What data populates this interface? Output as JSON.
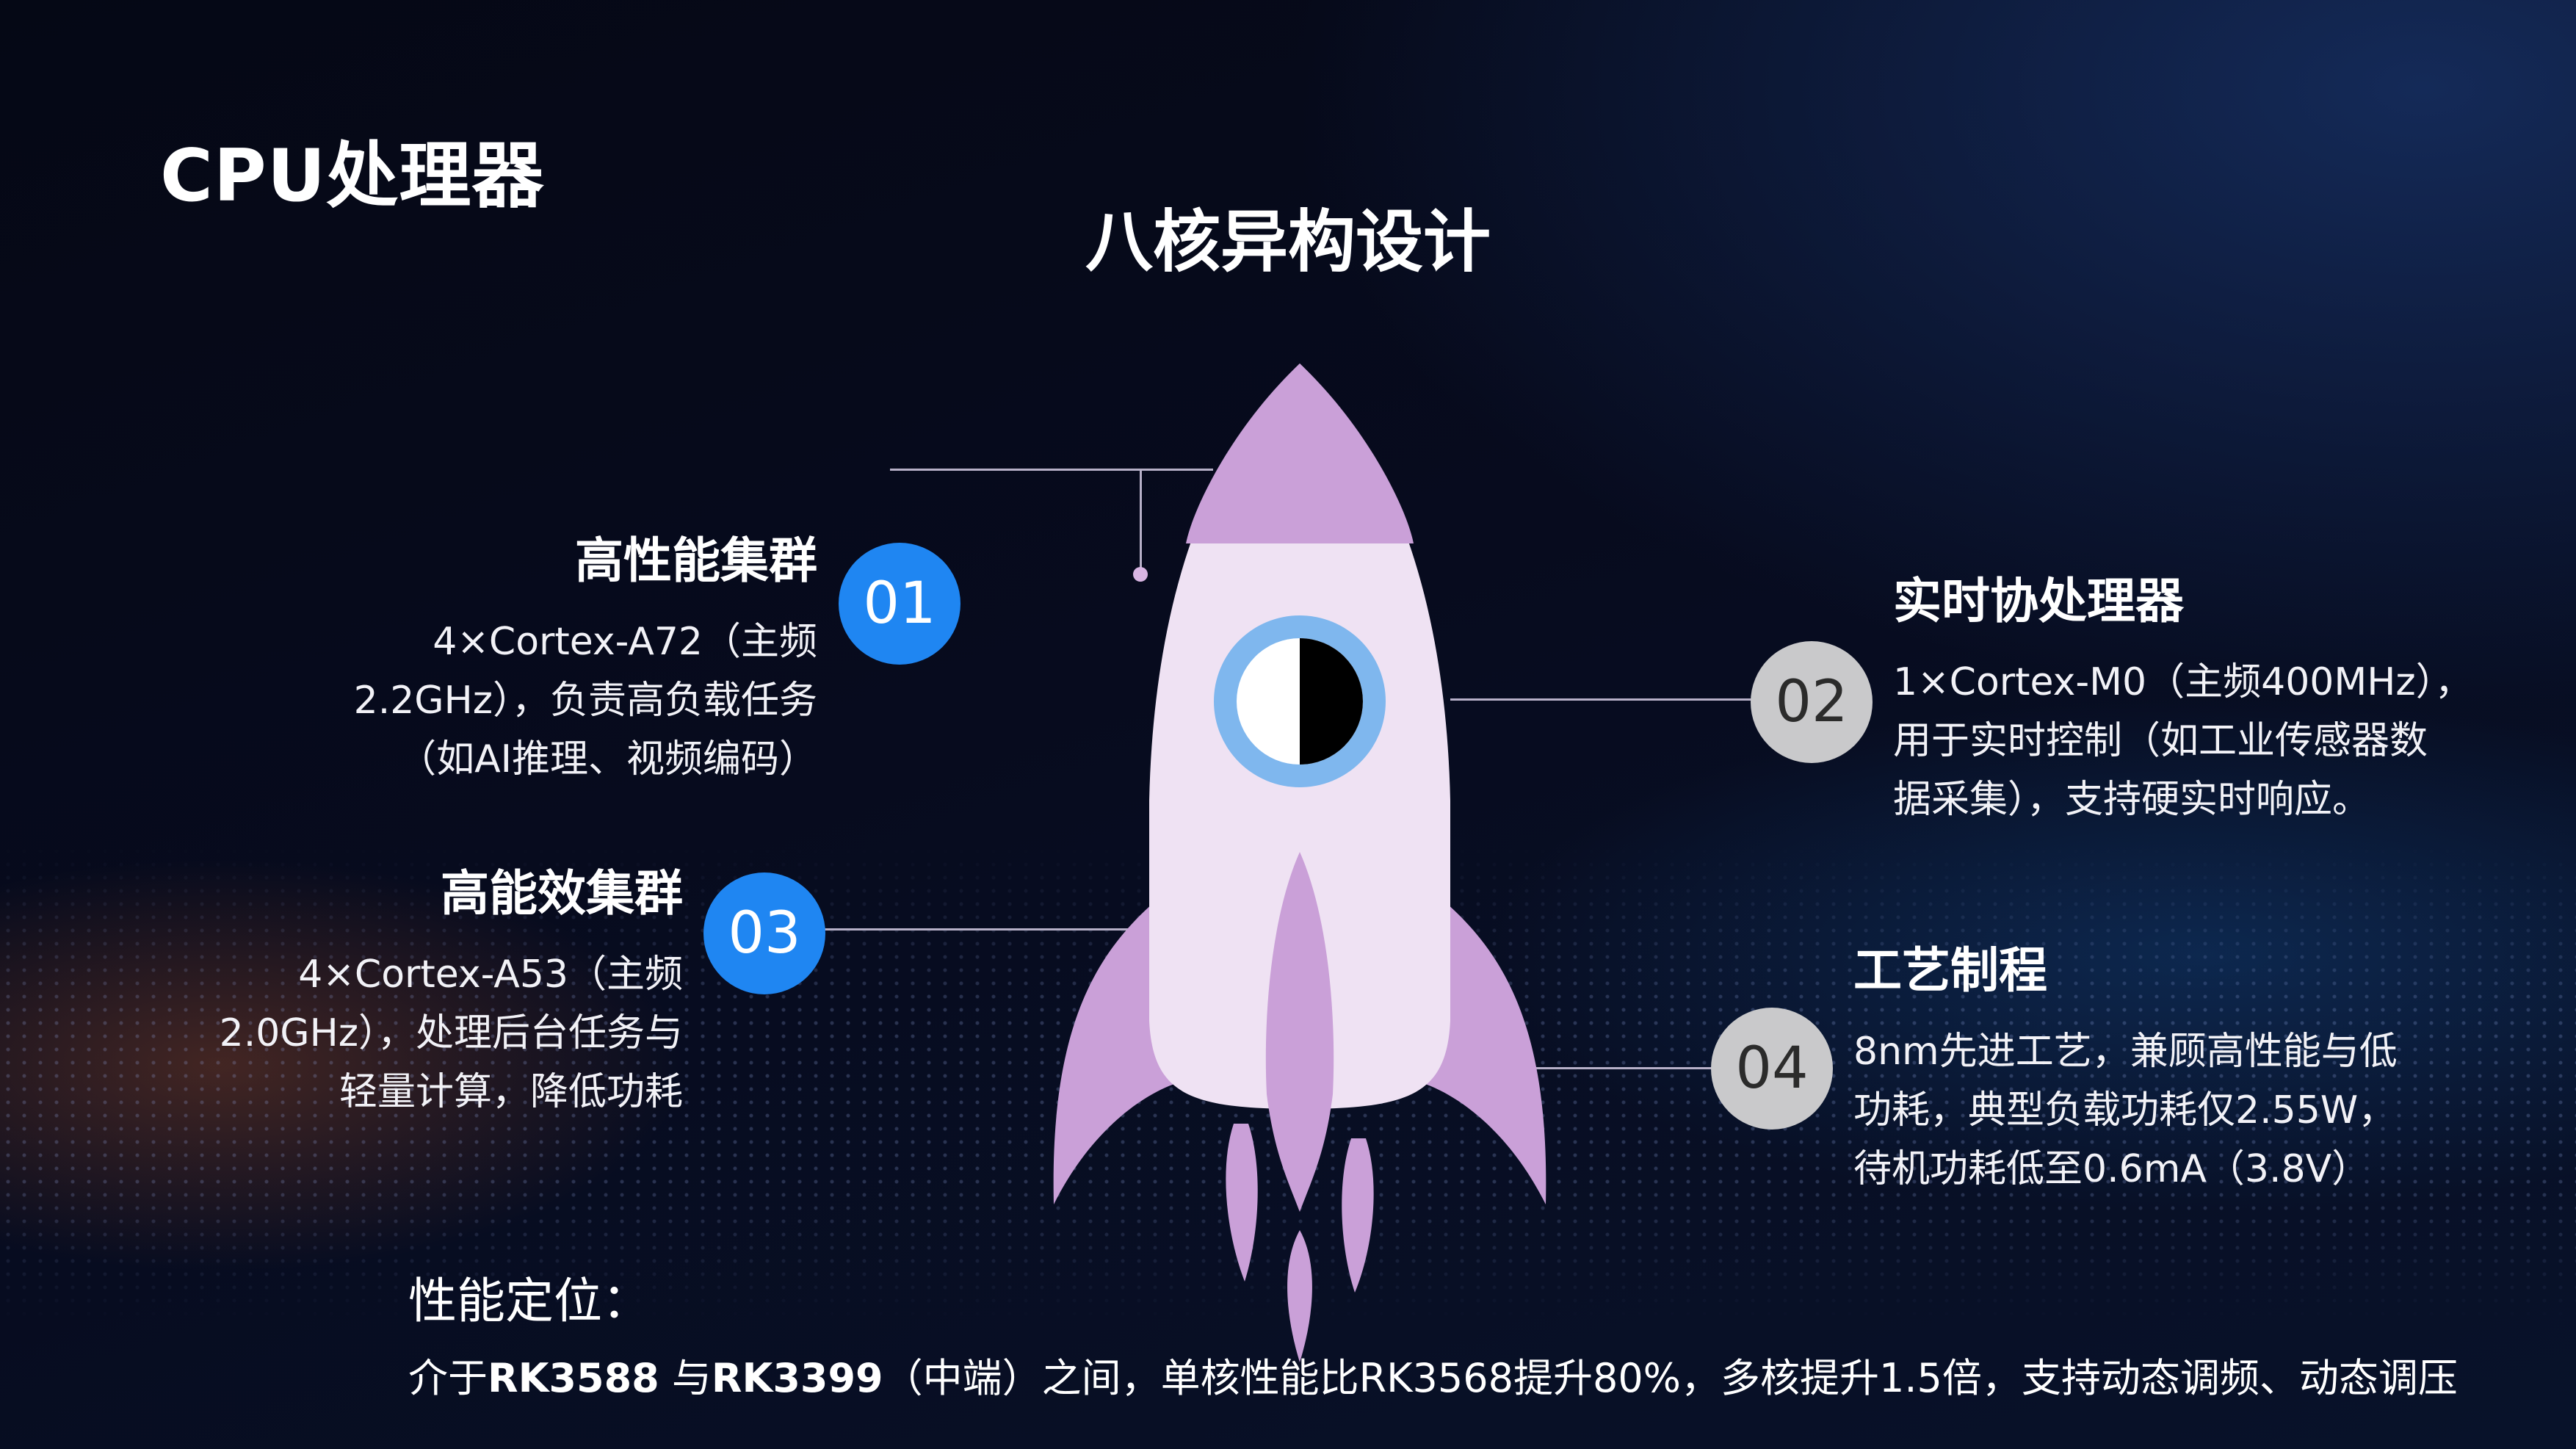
{
  "slide": {
    "title": "CPU处理器",
    "main_title": "八核异构设计"
  },
  "features": [
    {
      "number": "01",
      "heading": "高性能集群",
      "lines": [
        "4×Cortex-A72（主频",
        "2.2GHz），负责高负载任务",
        "（如AI推理、视频编码）"
      ]
    },
    {
      "number": "02",
      "heading": "实时协处理器",
      "lines": [
        "1×Cortex-M0（主频400MHz），",
        "用于实时控制（如工业传感器数",
        "据采集），支持硬实时响应。"
      ]
    },
    {
      "number": "03",
      "heading": "高能效集群",
      "lines": [
        "4×Cortex-A53（主频",
        "2.0GHz），处理后台任务与",
        "轻量计算，降低功耗"
      ]
    },
    {
      "number": "04",
      "heading": "工艺制程",
      "lines": [
        "8nm先进工艺，兼顾高性能与低",
        "功耗，典型负载功耗仅2.55W，",
        "待机功耗低至0.6mA（3.8V）"
      ]
    }
  ],
  "performance": {
    "label": "性能定位：",
    "text_prefix": "介于",
    "chip_a": "RK3588",
    "text_join": " 与",
    "chip_b": "RK3399",
    "text_suffix": "（中端）之间，单核性能比RK3568提升80%，多核提升1.5倍，支持动态调频、动态调压"
  },
  "colors": {
    "badge_blue": "#1f86f2",
    "badge_gray": "#c9c9cb",
    "rocket_body": "#efe2f3",
    "rocket_accent": "#caa0d8",
    "window_ring": "#7fb7ee"
  },
  "icons": {
    "rocket": "rocket-illustration"
  }
}
